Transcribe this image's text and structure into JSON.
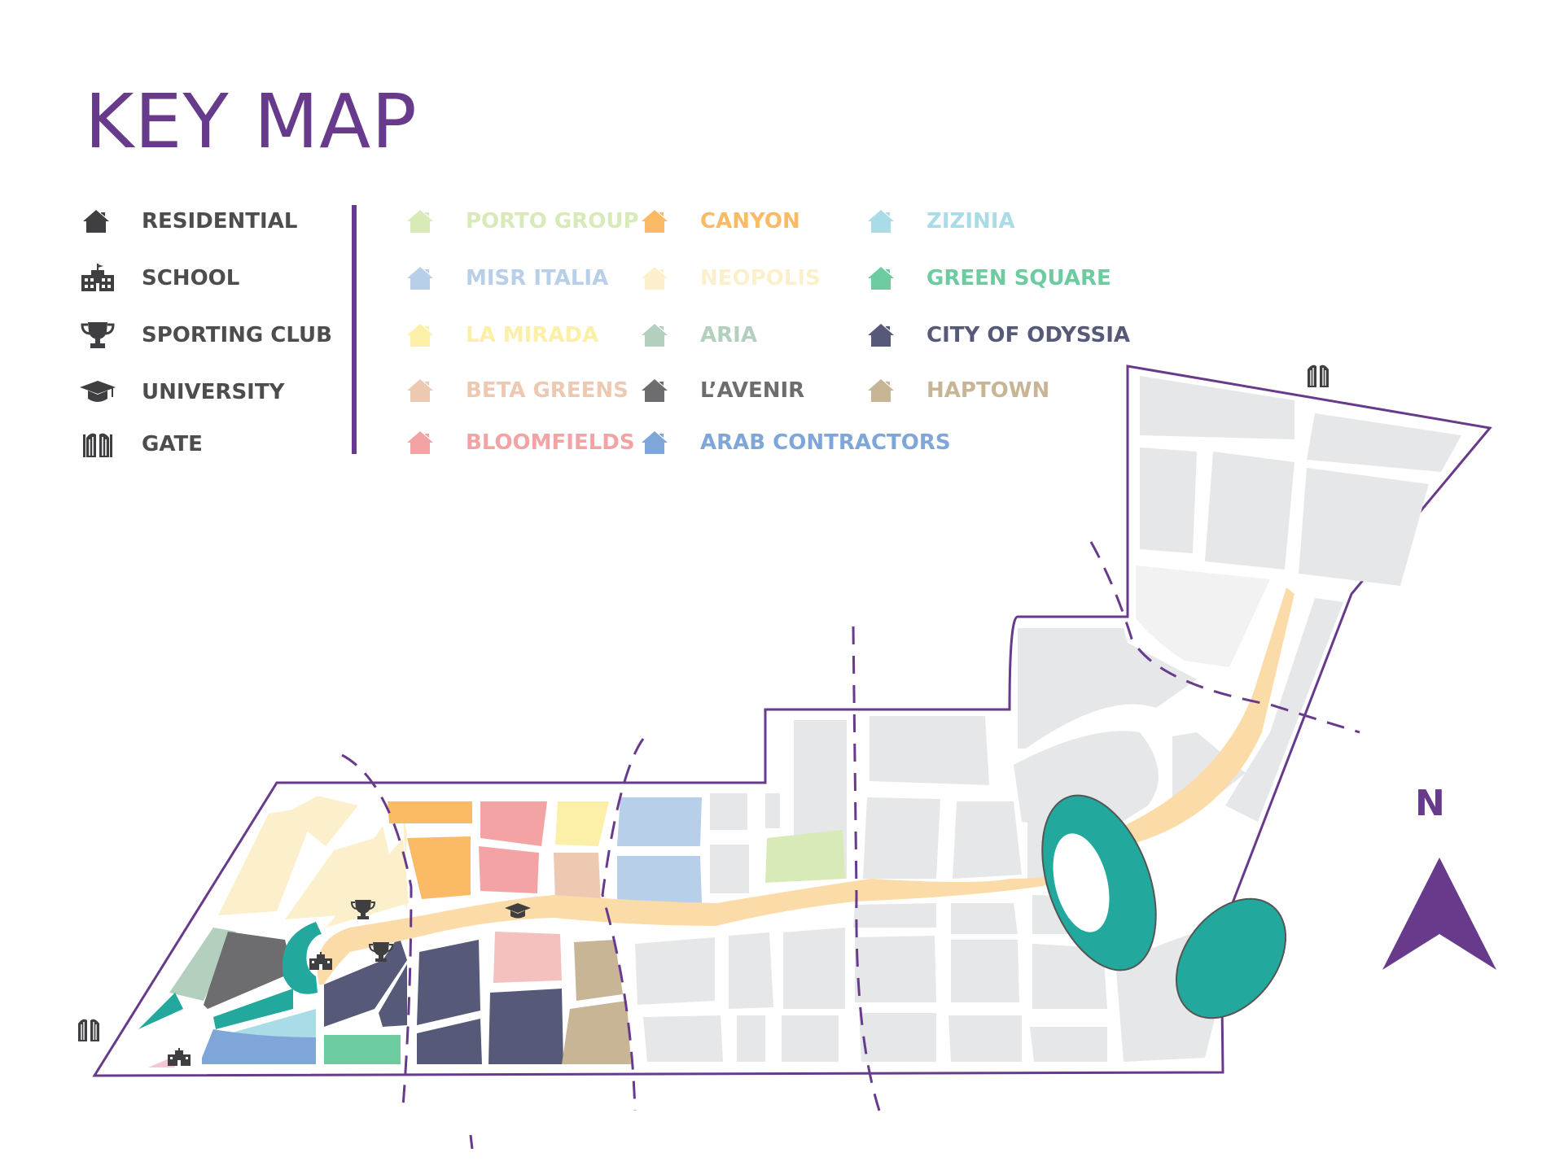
{
  "title": "KEY MAP",
  "legend_types": [
    {
      "label": "RESIDENTIAL",
      "icon": "house-icon"
    },
    {
      "label": "SCHOOL",
      "icon": "school-icon"
    },
    {
      "label": "SPORTING CLUB",
      "icon": "trophy-icon"
    },
    {
      "label": "UNIVERSITY",
      "icon": "graduation-cap-icon"
    },
    {
      "label": "GATE",
      "icon": "gate-icon"
    }
  ],
  "legend_developers": [
    {
      "label": "PORTO GROUP",
      "color": "#D8EAB8"
    },
    {
      "label": "MISR ITALIA",
      "color": "#B7CFE8"
    },
    {
      "label": "LA MIRADA",
      "color": "#FCEFA8"
    },
    {
      "label": "BETA GREENS",
      "color": "#EEC9B2"
    },
    {
      "label": "BLOOMFIELDS",
      "color": "#F4A3A4"
    },
    {
      "label": "CANYON",
      "color": "#FBBA66"
    },
    {
      "label": "NEOPOLIS",
      "color": "#FCF0CC"
    },
    {
      "label": "ARIA",
      "color": "#B3D0BF"
    },
    {
      "label": "L’AVENIR",
      "color": "#6D6D6F"
    },
    {
      "label": "ARAB CONTRACTORS",
      "color": "#7EA6D8"
    },
    {
      "label": "ZIZINIA",
      "color": "#A9DCE6"
    },
    {
      "label": "GREEN SQUARE",
      "color": "#6CCCA0"
    },
    {
      "label": "CITY OF ODYSSIA",
      "color": "#565A78"
    },
    {
      "label": "HAPTOWN",
      "color": "#C8B595"
    }
  ],
  "colors": {
    "brand": "#673A8C",
    "legend_text": "#4D4D4D",
    "legend_icon": "#3F3F41",
    "road": "#FBDCA8",
    "plaza": "#22A89C",
    "unassigned_block": "#E6E7E8",
    "north_block": "#F2F2F3"
  },
  "north": "N"
}
